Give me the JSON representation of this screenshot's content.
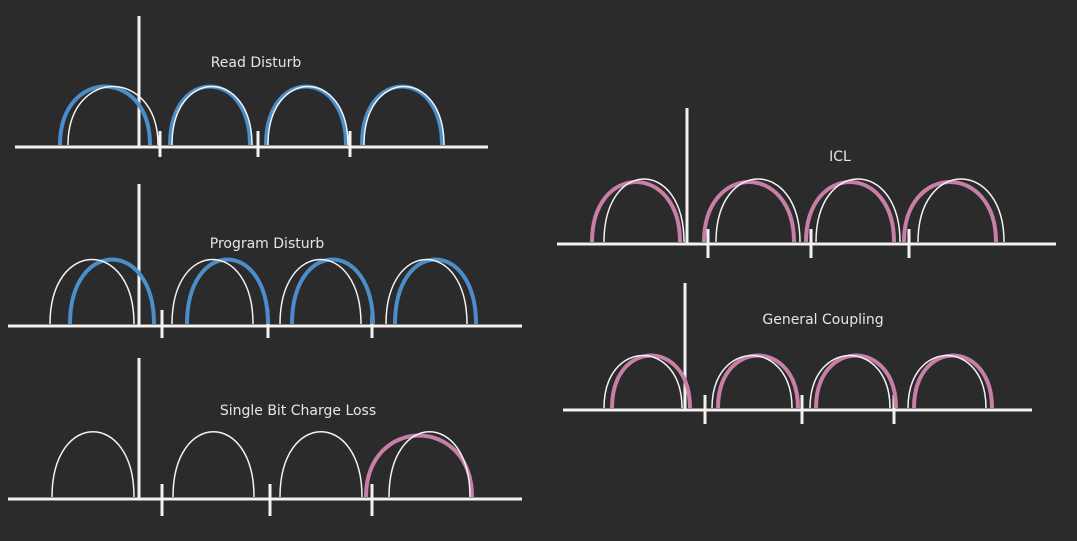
{
  "colors": {
    "background": "#2b2b2b",
    "reference": "#f2f2f2",
    "shift_blue": "#4a8fc9",
    "shift_pink": "#c77fa8"
  },
  "panels": [
    {
      "id": "read-disturb",
      "label": "Read Disturb",
      "shift_color": "blue",
      "shifted_states": [
        0,
        1,
        2,
        3
      ],
      "shift_direction": "left"
    },
    {
      "id": "program-disturb",
      "label": "Program Disturb",
      "shift_color": "blue",
      "shifted_states": [
        0,
        1,
        2,
        3
      ],
      "shift_direction": "right"
    },
    {
      "id": "single-bit-charge-loss",
      "label": "Single Bit Charge Loss",
      "shift_color": "pink",
      "shifted_states": [
        3
      ],
      "shift_direction": "left"
    },
    {
      "id": "icl",
      "label": "ICL",
      "shift_color": "pink",
      "shifted_states": [
        0,
        1,
        2,
        3
      ],
      "shift_direction": "left"
    },
    {
      "id": "general-coupling",
      "label": "General Coupling",
      "shift_color": "pink",
      "shifted_states": [
        0,
        1,
        2,
        3
      ],
      "shift_direction": "right"
    }
  ]
}
